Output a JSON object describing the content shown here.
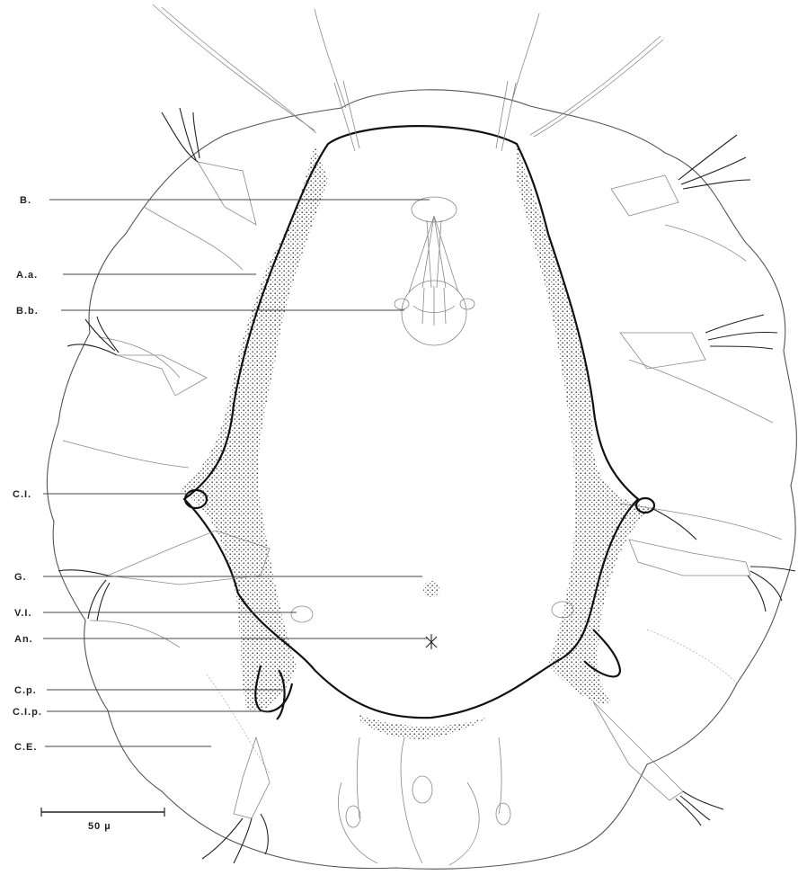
{
  "labels": {
    "b": "B.",
    "aa": "A.a.",
    "bb": "B.b.",
    "ci": "C.I.",
    "g": "G.",
    "vi": "V.I.",
    "an": "An.",
    "cp": "C.p.",
    "clp": "C.I.p.",
    "ce": "C.E."
  },
  "scale_bar": {
    "label": "50 µ"
  }
}
